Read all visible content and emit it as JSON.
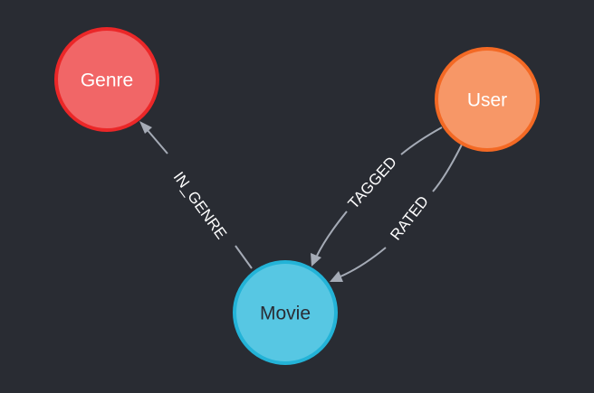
{
  "graph": {
    "background": "#292c33",
    "nodes": [
      {
        "id": "genre",
        "label": "Genre",
        "fill": "#f16667",
        "stroke": "#eb2728",
        "text_color": "#ffffff"
      },
      {
        "id": "user",
        "label": "User",
        "fill": "#f79767",
        "stroke": "#f36924",
        "text_color": "#ffffff"
      },
      {
        "id": "movie",
        "label": "Movie",
        "fill": "#57c7e3",
        "stroke": "#23b3d7",
        "text_color": "#2a2c34"
      }
    ],
    "relationships": [
      {
        "id": "in_genre",
        "label": "IN_GENRE",
        "from": "Movie",
        "to": "Genre"
      },
      {
        "id": "tagged",
        "label": "TAGGED",
        "from": "User",
        "to": "Movie"
      },
      {
        "id": "rated",
        "label": "RATED",
        "from": "User",
        "to": "Movie"
      }
    ],
    "edge_color": "#a5abb6"
  }
}
